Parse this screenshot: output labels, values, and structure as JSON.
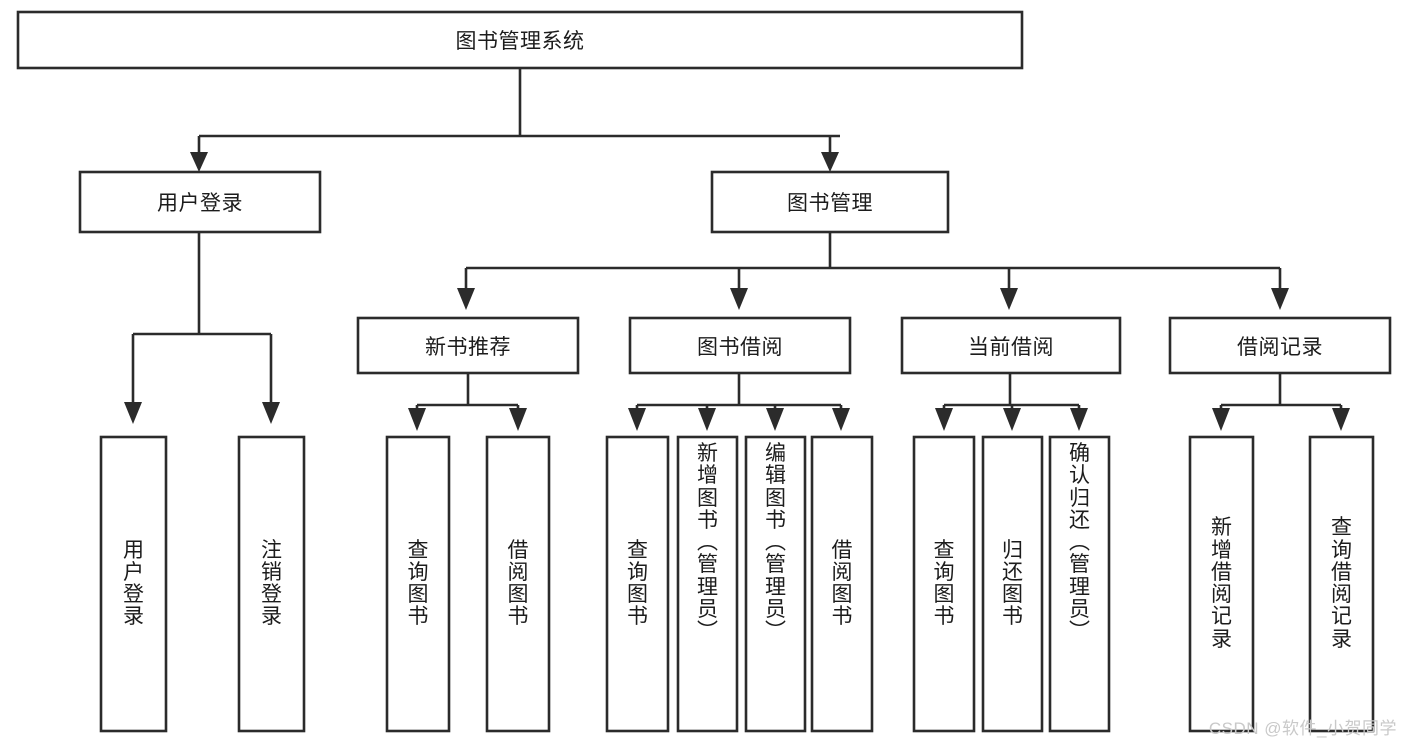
{
  "diagram": {
    "type": "tree-hierarchy",
    "title": "图书管理系统",
    "root": {
      "id": "root",
      "label": "图书管理系统",
      "orientation": "horizontal"
    },
    "level2": [
      {
        "id": "user-login",
        "label": "用户登录",
        "orientation": "horizontal"
      },
      {
        "id": "book-manage",
        "label": "图书管理",
        "orientation": "horizontal"
      }
    ],
    "level3": [
      {
        "id": "new-book-recommend",
        "label": "新书推荐",
        "orientation": "horizontal",
        "parent": "book-manage"
      },
      {
        "id": "book-borrow",
        "label": "图书借阅",
        "orientation": "horizontal",
        "parent": "book-manage"
      },
      {
        "id": "current-borrow",
        "label": "当前借阅",
        "orientation": "horizontal",
        "parent": "book-manage"
      },
      {
        "id": "borrow-record",
        "label": "借阅记录",
        "orientation": "horizontal",
        "parent": "book-manage"
      }
    ],
    "leaves": [
      {
        "id": "leaf-user-login",
        "label": "用户登录",
        "parent": "user-login",
        "orientation": "vertical"
      },
      {
        "id": "leaf-user-logout",
        "label": "注销登录",
        "parent": "user-login",
        "orientation": "vertical"
      },
      {
        "id": "leaf-query-book-1",
        "label": "查询图书",
        "parent": "new-book-recommend",
        "orientation": "vertical"
      },
      {
        "id": "leaf-borrow-book-1",
        "label": "借阅图书",
        "parent": "new-book-recommend",
        "orientation": "vertical"
      },
      {
        "id": "leaf-query-book-2",
        "label": "查询图书",
        "parent": "book-borrow",
        "orientation": "vertical"
      },
      {
        "id": "leaf-add-book",
        "label": "新增图书（管理员）",
        "parent": "book-borrow",
        "orientation": "vertical"
      },
      {
        "id": "leaf-edit-book",
        "label": "编辑图书（管理员）",
        "parent": "book-borrow",
        "orientation": "vertical"
      },
      {
        "id": "leaf-borrow-book-2",
        "label": "借阅图书",
        "parent": "book-borrow",
        "orientation": "vertical"
      },
      {
        "id": "leaf-query-book-3",
        "label": "查询图书",
        "parent": "current-borrow",
        "orientation": "vertical"
      },
      {
        "id": "leaf-return-book",
        "label": "归还图书",
        "parent": "current-borrow",
        "orientation": "vertical"
      },
      {
        "id": "leaf-confirm-return",
        "label": "确认归还（管理员）",
        "parent": "current-borrow",
        "orientation": "vertical"
      },
      {
        "id": "leaf-add-record",
        "label": "新增借阅记录",
        "parent": "borrow-record",
        "orientation": "vertical"
      },
      {
        "id": "leaf-query-record",
        "label": "查询借阅记录",
        "parent": "borrow-record",
        "orientation": "vertical"
      }
    ],
    "watermark": "CSDN @软件_小贺同学",
    "colors": {
      "stroke": "#2b2b2b",
      "fill": "#ffffff",
      "text": "#1c1c1c",
      "watermark": "#c9c9c9"
    }
  }
}
